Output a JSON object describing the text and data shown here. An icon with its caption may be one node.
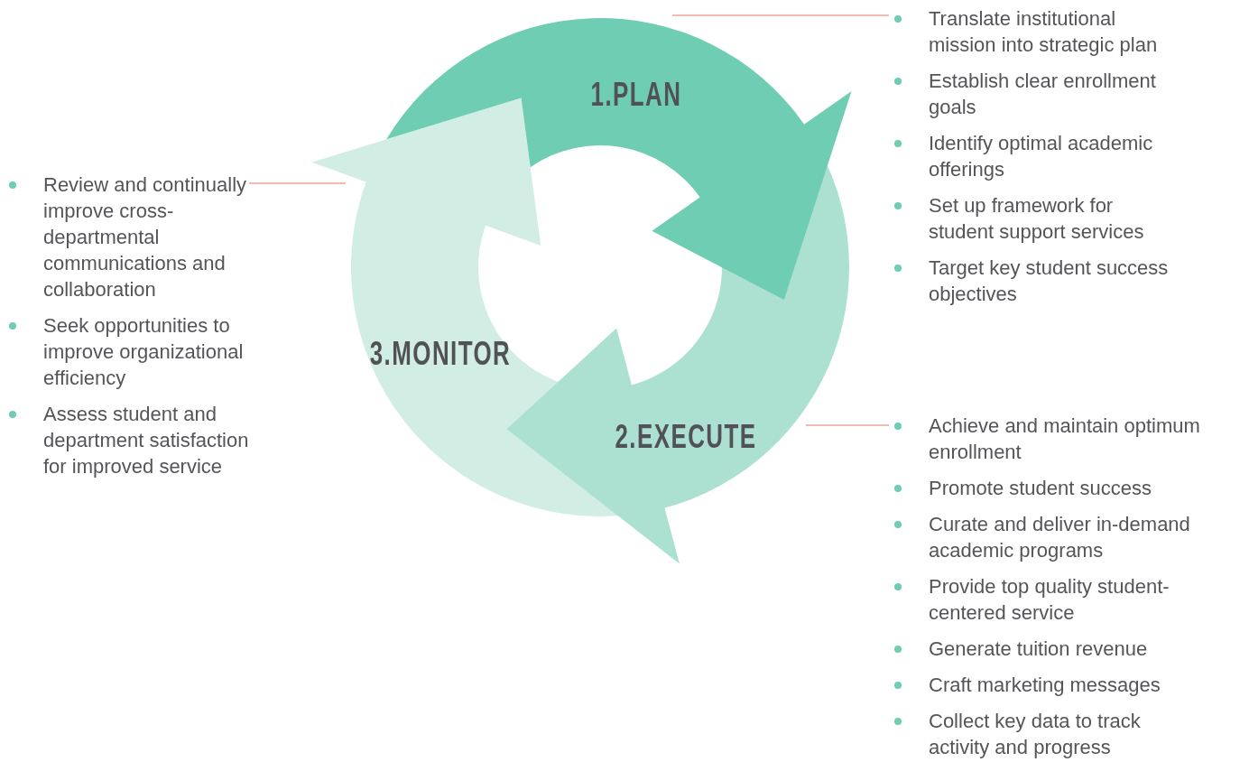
{
  "diagram": {
    "nodes": [
      {
        "text": [
          "1.PLAN"
        ]
      },
      {
        "text": [
          "2.EXECUTE"
        ]
      },
      {
        "text": [
          "3.MONITOR"
        ]
      },
      {
        "text": [
          "Translate institutional mission into strategic plan",
          "Establish clear enrollment goals",
          "Identify optimal academic offerings",
          "Set up framework for student support services",
          "Target key student success objectives"
        ]
      },
      {
        "text": [
          "Achieve and maintain optimum enrollment",
          "Promote student success",
          "Curate and deliver in-demand academic programs",
          "Provide top quality student-centered service",
          "Generate tuition revenue",
          "Craft marketing messages",
          "Collect key data to track activity and progress"
        ]
      },
      {
        "text": [
          "Review and continually improve cross-departmental communications and collaboration",
          "Seek opportunities to improve organizational efficiency",
          "Assess student and department satisfaction for improved service"
        ]
      }
    ],
    "edges": [
      {
        "from": 3,
        "to": 0,
        "arrow": "none"
      },
      {
        "from": 4,
        "to": 1,
        "arrow": "none"
      },
      {
        "from": 5,
        "to": 2,
        "arrow": "none"
      }
    ]
  }
}
